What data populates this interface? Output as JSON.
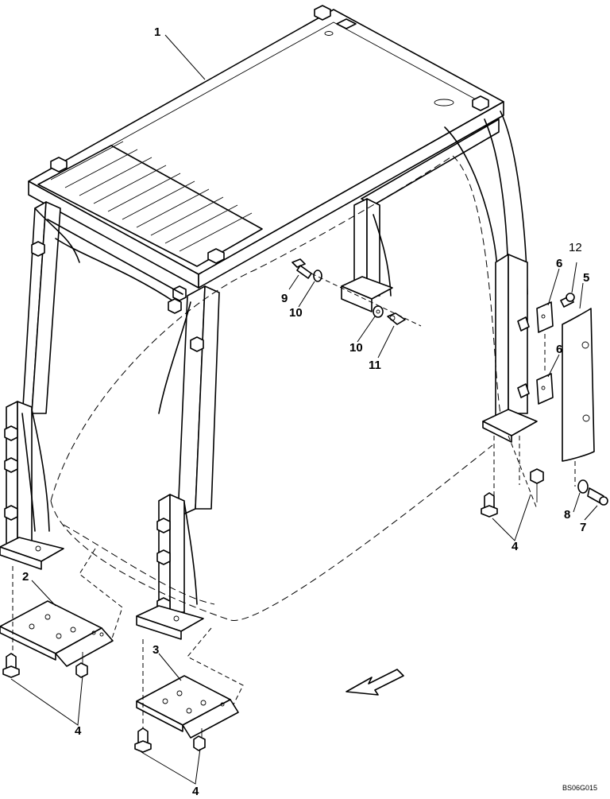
{
  "diagram": {
    "callouts": {
      "c1": "1",
      "c2": "2",
      "c3": "3",
      "c4a": "4",
      "c4b": "4",
      "c4c": "4",
      "c5": "5",
      "c6a": "6",
      "c6b": "6",
      "c7": "7",
      "c8": "8",
      "c9": "9",
      "c10a": "10",
      "c10b": "10",
      "c11": "11",
      "c12": "12"
    },
    "drawing_code": "BS06G015"
  }
}
